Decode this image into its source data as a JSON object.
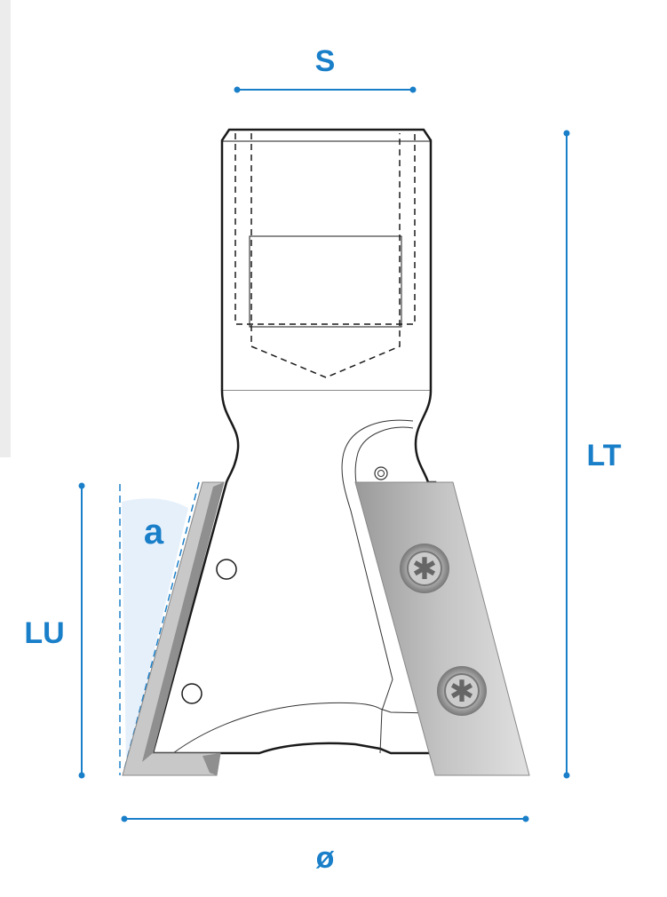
{
  "labels": {
    "shank_width": "S",
    "total_length": "LT",
    "cutting_length": "LU",
    "angle": "a",
    "diameter": "ø"
  },
  "colors": {
    "accent": "#1a7fc9",
    "blade": "#b5b5b5",
    "outline": "#1a1a1a"
  }
}
